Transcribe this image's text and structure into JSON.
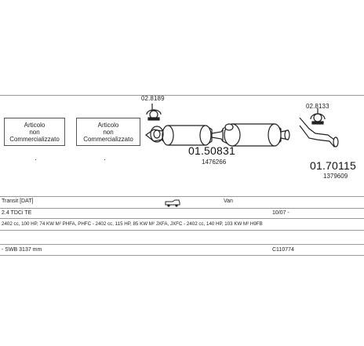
{
  "parts": {
    "box1_lines": [
      "Articolo",
      "non",
      "Commercializzato"
    ],
    "box2_lines": [
      "Articolo",
      "non",
      "Commercializzato"
    ],
    "clamp_left_code": "02.8189",
    "clamp_right_code": "02.8133",
    "middle_article": "01.50831",
    "middle_ref": "1476266",
    "rear_article": "01.70115",
    "rear_ref": "1379609"
  },
  "vehicle": {
    "model": "Transit  [DAT]",
    "body": "Van",
    "engine": "2.4 TDCi  TE",
    "from_date": "10/07 -",
    "engine_details": "2402 cc, 100 HP, 74 KW M²  PHFA, PHFC - 2402 cc, 115 HP, 85 KW M²  JXFA, JXFC - 2402 cc, 140 HP, 103 KW M²  H9FB",
    "wheelbase": "- SWB 3137 mm",
    "catalog_code": "C110774"
  }
}
